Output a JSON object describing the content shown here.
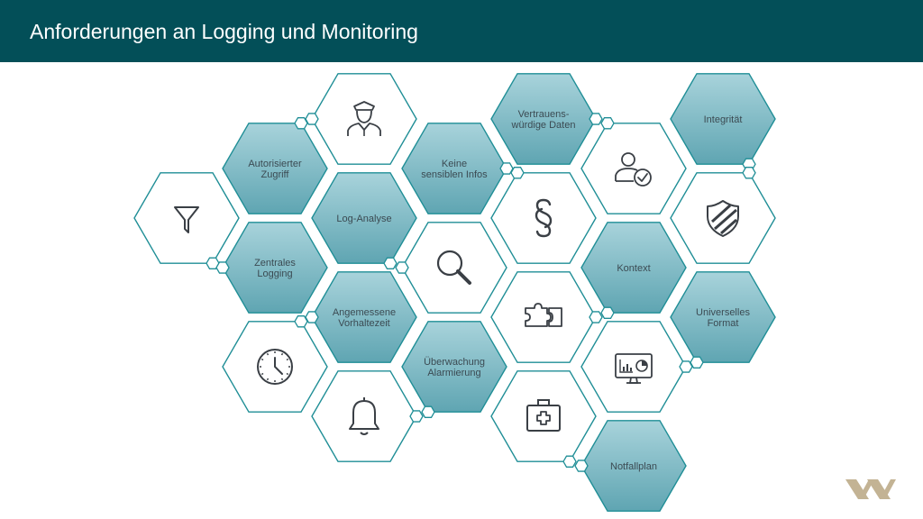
{
  "title": "Anforderungen an Logging und Monitoring",
  "colors": {
    "header_bg": "#034f58",
    "hex_stroke": "#1f8e96",
    "hex_fill_top": "#a8d3db",
    "hex_fill_bottom": "#5fa5b2",
    "connector_fill": "#ffffff",
    "icon_stroke": "#3a3f45",
    "logo": "#c3b394"
  },
  "hexagons": [
    {
      "name": "hex-filter",
      "type": "icon",
      "icon": "filter-icon"
    },
    {
      "name": "hex-autorisierter-zugriff",
      "type": "label",
      "lines": [
        "Autorisierter",
        "Zugriff"
      ]
    },
    {
      "name": "hex-zentrales-logging",
      "type": "label",
      "lines": [
        "Zentrales",
        "Logging"
      ]
    },
    {
      "name": "hex-clock",
      "type": "icon",
      "icon": "clock-icon"
    },
    {
      "name": "hex-security-guard",
      "type": "icon",
      "icon": "security-guard-icon"
    },
    {
      "name": "hex-log-analyse",
      "type": "label",
      "lines": [
        "Log-Analyse"
      ]
    },
    {
      "name": "hex-angemessene-vorhaltezeit",
      "type": "label",
      "lines": [
        "Angemessene",
        "Vorhaltezeit"
      ]
    },
    {
      "name": "hex-bell",
      "type": "icon",
      "icon": "bell-icon"
    },
    {
      "name": "hex-keine-sensiblen-infos",
      "type": "label",
      "lines": [
        "Keine",
        "sensiblen Infos"
      ]
    },
    {
      "name": "hex-search",
      "type": "icon",
      "icon": "magnifier-icon"
    },
    {
      "name": "hex-ueberwachung-alarmierung",
      "type": "label",
      "lines": [
        "Überwachung",
        "Alarmierung"
      ]
    },
    {
      "name": "hex-vertrauenswuerdige-daten",
      "type": "label",
      "lines": [
        "Vertrauens-",
        "würdige Daten"
      ]
    },
    {
      "name": "hex-paragraph",
      "type": "icon",
      "icon": "paragraph-icon"
    },
    {
      "name": "hex-puzzle",
      "type": "icon",
      "icon": "puzzle-icon"
    },
    {
      "name": "hex-first-aid",
      "type": "icon",
      "icon": "first-aid-kit-icon"
    },
    {
      "name": "hex-user-check",
      "type": "icon",
      "icon": "user-check-icon"
    },
    {
      "name": "hex-kontext",
      "type": "label",
      "lines": [
        "Kontext"
      ]
    },
    {
      "name": "hex-dashboard",
      "type": "icon",
      "icon": "monitor-dashboard-icon"
    },
    {
      "name": "hex-notfallplan",
      "type": "label",
      "lines": [
        "Notfallplan"
      ]
    },
    {
      "name": "hex-integritaet",
      "type": "label",
      "lines": [
        "Integrität"
      ]
    },
    {
      "name": "hex-shield",
      "type": "icon",
      "icon": "shield-icon"
    },
    {
      "name": "hex-universelles-format",
      "type": "label",
      "lines": [
        "Universelles",
        "Format"
      ]
    }
  ]
}
